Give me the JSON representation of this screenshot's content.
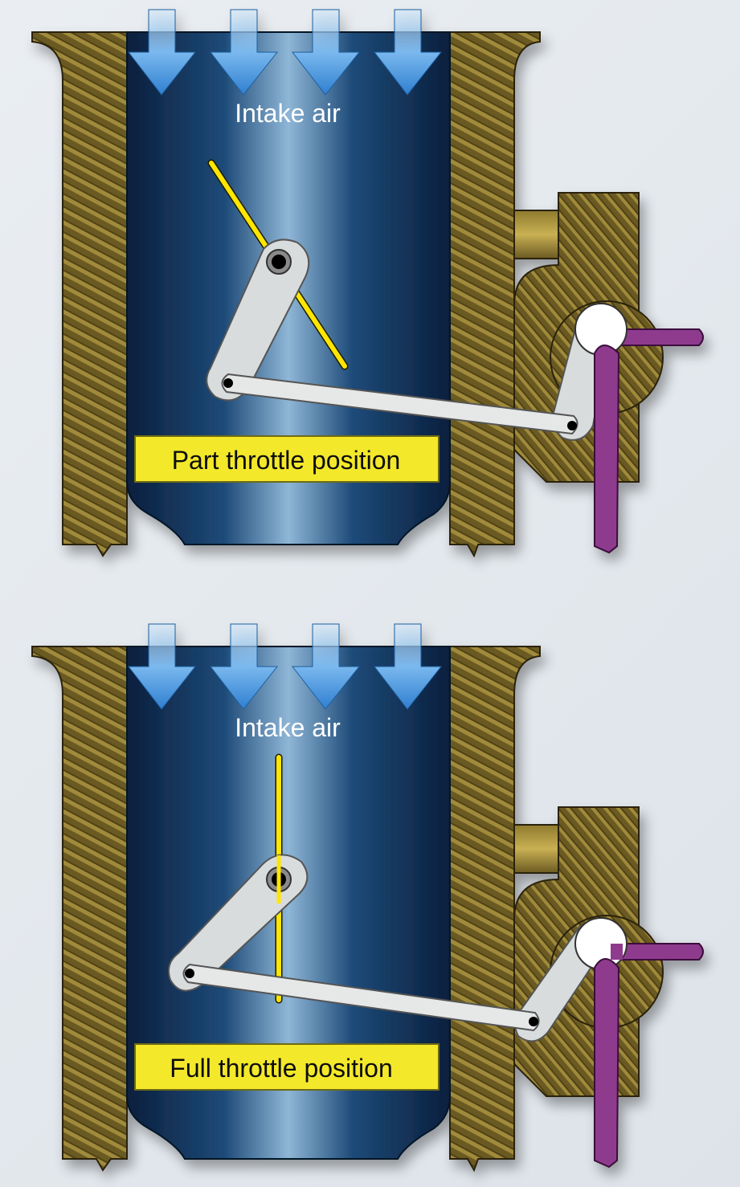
{
  "panels": [
    {
      "intake_label": "Intake air",
      "position_label": "Part throttle position",
      "state": "part",
      "throttle_opening_pct": 40
    },
    {
      "intake_label": "Intake air",
      "position_label": "Full throttle position",
      "state": "full",
      "throttle_opening_pct": 100
    }
  ],
  "colors": {
    "housing": "#6b5a22",
    "bore_edge": "#0b1f3d",
    "bore_center": "#8fb6d6",
    "throttle_plate": "#ffe600",
    "linkage": "#d9dcdc",
    "control_rod": "#8e3a8e",
    "arrow": "#3d93e0",
    "label_bg": "#f3e82a"
  }
}
